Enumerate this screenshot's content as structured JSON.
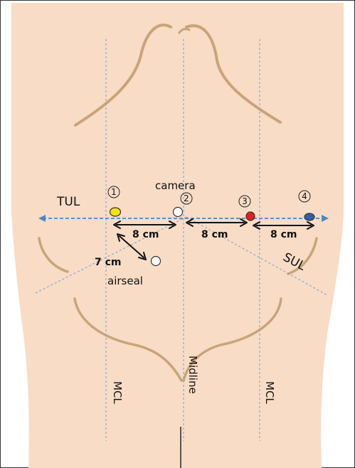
{
  "colors": {
    "skin": "#f8dcc6",
    "contour": "#c9a479",
    "guide_line": "#8ea6cf",
    "tul_line": "#4a86c8",
    "arrow": "#111111",
    "port_1": "#f2e21c",
    "port_2": "#ffffff",
    "port_3": "#e02020",
    "port_4": "#2f5fb0",
    "airseal_port": "#ffffff"
  },
  "labels": {
    "tul": "TUL",
    "sul": "SUL",
    "camera": "camera",
    "airseal": "airseal",
    "mcl_left": "MCL",
    "midline": "Midline",
    "mcl_right": "MCL"
  },
  "ports": [
    {
      "number": "1",
      "role": "",
      "color_key": "port_1"
    },
    {
      "number": "2",
      "role": "camera",
      "color_key": "port_2"
    },
    {
      "number": "3",
      "role": "",
      "color_key": "port_3"
    },
    {
      "number": "4",
      "role": "",
      "color_key": "port_4"
    }
  ],
  "distances": {
    "port1_to_camera": "8 cm",
    "camera_to_port3": "8 cm",
    "port3_to_port4": "8 cm",
    "port1_to_airseal": "7 cm"
  },
  "icons": {
    "numbered_circle": "circled-number-icon",
    "double_arrow": "double-arrow-icon"
  }
}
